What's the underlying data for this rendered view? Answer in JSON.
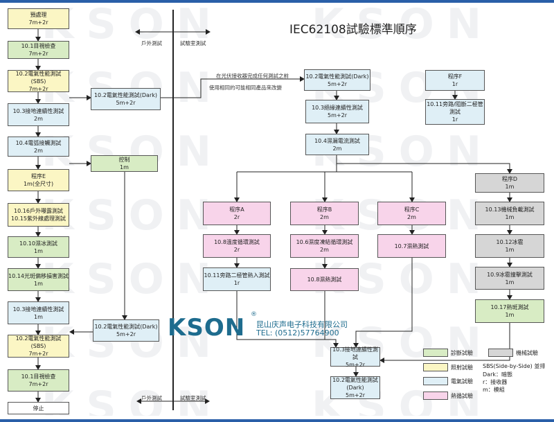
{
  "title": "IEC62108試驗標準順序",
  "watermark": "KSON",
  "section_labels": {
    "outdoor": "戶外測試",
    "lab": "試驗室測試"
  },
  "notes": {
    "line1": "在光伏接收器完成任何測試之前",
    "line2": "使用相同的可能相同產品來改變"
  },
  "left_column": [
    {
      "line1": "預處理",
      "line2": "7m+2r"
    },
    {
      "line1": "10.1目視檢查",
      "line2": "7m+2r"
    },
    {
      "line1": "10.2電氣性能測試(SBS)",
      "line2": "7m+2r"
    },
    {
      "line1": "10.3接地連續性測試",
      "line2": "2m"
    },
    {
      "line1": "10.4電弧接觸測試",
      "line2": "2m"
    },
    {
      "line1": "程序E",
      "line2": "1m(全尺寸)"
    },
    {
      "line1": "10.16戶外曝露測試",
      "line2": "10.15紫外線處理測試"
    },
    {
      "line1": "10.10濕冰測試",
      "line2": "1m"
    },
    {
      "line1": "10.14光斑偏移損害測試",
      "line2": "1m"
    },
    {
      "line1": "10.3接地連續性測試",
      "line2": "1m"
    },
    {
      "line1": "10.2電氣性能測試(SBS)",
      "line2": "7m+2r"
    },
    {
      "line1": "10.1目視檢查",
      "line2": "7m+2r"
    },
    {
      "line1": "停止",
      "line2": ""
    }
  ],
  "center_left_boxes": {
    "dark_top": {
      "line1": "10.2電氣性能測試(Dark)",
      "line2": "5m+2r"
    },
    "control": {
      "line1": "控制",
      "line2": "1m"
    },
    "dark_bottom": {
      "line1": "10.2電氣性能測試(Dark)",
      "line2": "5m+2r"
    }
  },
  "right_top": {
    "dark": {
      "line1": "10.2電氣性能測試(Dark)",
      "line2": "5m+2r"
    },
    "insulation": {
      "line1": "10.3絕緣連續性測試",
      "line2": "5m+2r"
    },
    "wet_leak": {
      "line1": "10.4濕漏電流測試",
      "line2": "2m"
    },
    "program_f": {
      "line1": "程序F",
      "line2": "1r"
    },
    "bypass": {
      "line1": "10.11旁路/阻斷二極管測試",
      "line2": "1r"
    }
  },
  "programs": {
    "a": {
      "line1": "程序A",
      "line2": "2r"
    },
    "a1": {
      "line1": "10.8溫度循環測試",
      "line2": "2r"
    },
    "a2": {
      "line1": "10.11旁路二極管熱入測試",
      "line2": "1r"
    },
    "b": {
      "line1": "程序B",
      "line2": "2m"
    },
    "b1": {
      "line1": "10.6濕度凍結循環測試",
      "line2": "2m"
    },
    "b2": {
      "line1": "10.8濕熱測試",
      "line2": ""
    },
    "c": {
      "line1": "程序C",
      "line2": "2m"
    },
    "c1": {
      "line1": "10.7濕熱測試",
      "line2": ""
    },
    "d": {
      "line1": "程序D",
      "line2": "1m"
    },
    "d1": {
      "line1": "10.13機械負載測試",
      "line2": "1m"
    },
    "d2": {
      "line1": "10.12冰雹",
      "line2": "1m"
    },
    "d3": {
      "line1": "10.9冰雹撞擊測試",
      "line2": "1m"
    },
    "d4": {
      "line1": "10.17熱斑測試",
      "line2": "1m"
    }
  },
  "bottom_center": {
    "ground": {
      "line1": "10.3接地連續性測試",
      "line2": "5m+2r"
    },
    "dark": {
      "line1": "10.2電氣性能測試(Dark)",
      "line2": "5m+2r"
    }
  },
  "logo": {
    "word": "KSON",
    "reg": "®",
    "company": "昆山庆声电子科技有限公司",
    "tel": "TEL: (0512)57764900"
  },
  "legend": {
    "g": "診斷試驗",
    "x": "機械試驗",
    "y": "照射試驗",
    "sbs1": "SBS(Side-by-Side) 並排",
    "sbs2": "Dark：暗態",
    "sbs3": "r：接收器",
    "sbs4": "m：模組",
    "b": "電氣試驗",
    "p": "熱循試驗"
  },
  "colors": {
    "green": "#d8ecc4",
    "yellow": "#fbf6c4",
    "blue": "#dfeff6",
    "pink": "#f8d4ea",
    "gray": "#d6d6d6",
    "brand": "#1e6c8e"
  }
}
